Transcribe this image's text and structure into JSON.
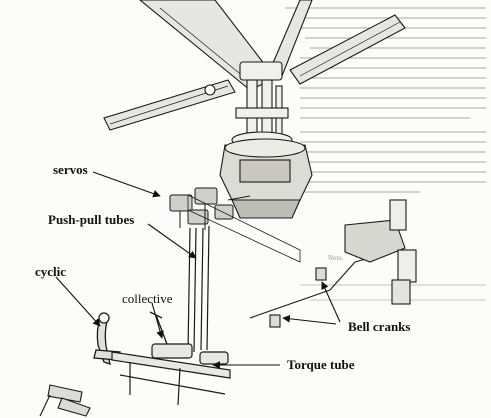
{
  "diagram": {
    "labels": {
      "servos": "servos",
      "push_pull_tubes": "Push-pull tubes",
      "cyclic": "cyclic",
      "collective": "collective",
      "bell_cranks": "Bell cranks",
      "torque_tube": "Torque tube"
    },
    "background_text": {
      "note": "Note."
    },
    "colors": {
      "ink": "#1a1a1a",
      "paper": "#fcfcfa",
      "arrow": "#111111",
      "ghost_text": "#9a9a9a"
    }
  }
}
